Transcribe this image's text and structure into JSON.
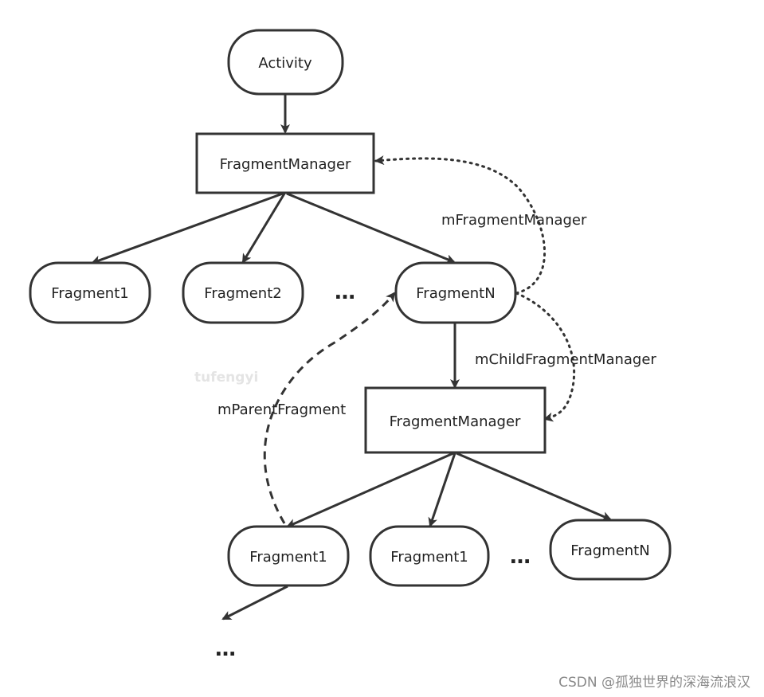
{
  "nodes": {
    "activity": "Activity",
    "fm_top": "FragmentManager",
    "frag1": "Fragment1",
    "frag2": "Fragment2",
    "fragN": "FragmentN",
    "fm_child": "FragmentManager",
    "child_frag1": "Fragment1",
    "child_frag2": "Fragment1",
    "child_fragN": "FragmentN"
  },
  "edge_labels": {
    "m_fragment_manager": "mFragmentManager",
    "m_child_fragment_manager": "mChildFragmentManager",
    "m_parent_fragment": "mParentFragment"
  },
  "ellipses": {
    "top_row": "…",
    "child_row": "…",
    "bottom": "…"
  },
  "watermarks": {
    "author": "tufengyi",
    "source": "CSDN @孤独世界的深海流浪汉"
  },
  "colors": {
    "stroke": "#333333",
    "text": "#222222"
  }
}
